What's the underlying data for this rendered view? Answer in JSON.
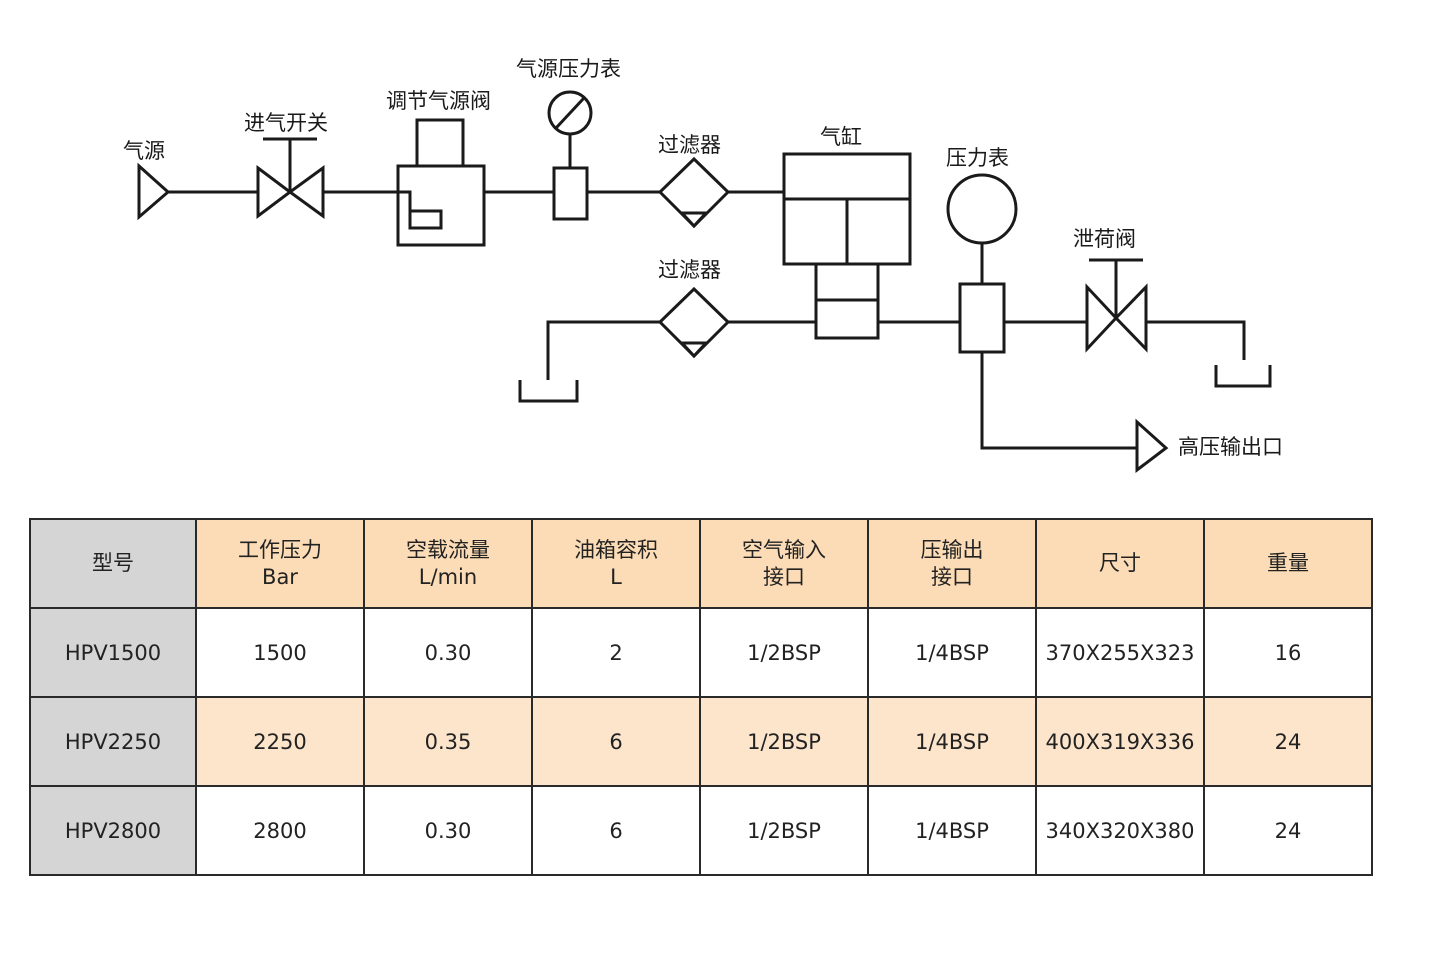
{
  "diagram": {
    "labels": {
      "air_source": "气源",
      "intake_switch": "进气开关",
      "regulator": "调节气源阀",
      "source_gauge": "气源压力表",
      "filter_top": "过滤器",
      "filter_bottom": "过滤器",
      "cylinder": "气缸",
      "pressure_gauge": "压力表",
      "relief_valve": "泄荷阀",
      "hp_outlet": "高压输出口"
    }
  },
  "table": {
    "headers": [
      {
        "line1": "型号",
        "line2": ""
      },
      {
        "line1": "工作压力",
        "line2": "Bar"
      },
      {
        "line1": "空载流量",
        "line2": "L/min"
      },
      {
        "line1": "油箱容积",
        "line2": "L"
      },
      {
        "line1": "空气输入",
        "line2": "接口"
      },
      {
        "line1": "压输出",
        "line2": "接口"
      },
      {
        "line1": "尺寸",
        "line2": ""
      },
      {
        "line1": "重量",
        "line2": ""
      }
    ],
    "rows": [
      [
        "HPV1500",
        "1500",
        "0.30",
        "2",
        "1/2BSP",
        "1/4BSP",
        "370X255X323",
        "16"
      ],
      [
        "HPV2250",
        "2250",
        "0.35",
        "6",
        "1/2BSP",
        "1/4BSP",
        "400X319X336",
        "24"
      ],
      [
        "HPV2800",
        "2800",
        "0.30",
        "6",
        "1/2BSP",
        "1/4BSP",
        "340X320X380",
        "24"
      ]
    ],
    "colors": {
      "header_accent": "#fcdcb6",
      "row_alt": "#fce5cb",
      "model_column": "#d5d5d5",
      "border": "#2a2a2a"
    }
  }
}
